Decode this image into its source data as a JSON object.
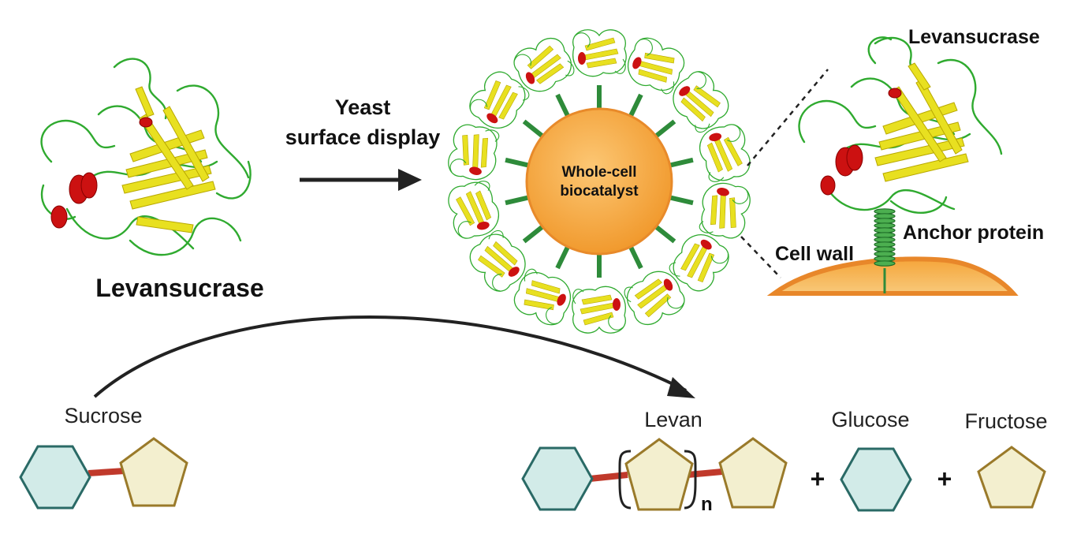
{
  "labels": {
    "levansucrase_left": "Levansucrase",
    "arrow_line1": "Yeast",
    "arrow_line2": "surface display",
    "cell_line1": "Whole-cell",
    "cell_line2": "biocatalyst",
    "levansucrase_right": "Levansucrase",
    "anchor_protein": "Anchor protein",
    "cell_wall": "Cell wall",
    "sucrose": "Sucrose",
    "levan": "Levan",
    "glucose": "Glucose",
    "fructose": "Fructose",
    "repeat_n": "n",
    "plus1": "+",
    "plus2": "+"
  },
  "colors": {
    "helix_red": "#cc1111",
    "sheet_yellow": "#e8e020",
    "coil_green": "#2faa2f",
    "anchor_green": "#2e8b3a",
    "cell_orange": "#f6a83c",
    "cell_edge": "#e88a2a",
    "glucose_fill": "#d2ebe8",
    "glucose_stroke": "#2a6a66",
    "fructose_fill": "#f3efcf",
    "fructose_stroke": "#9a7a2a",
    "bond_red": "#c0392b",
    "arrow_dark": "#222222"
  }
}
